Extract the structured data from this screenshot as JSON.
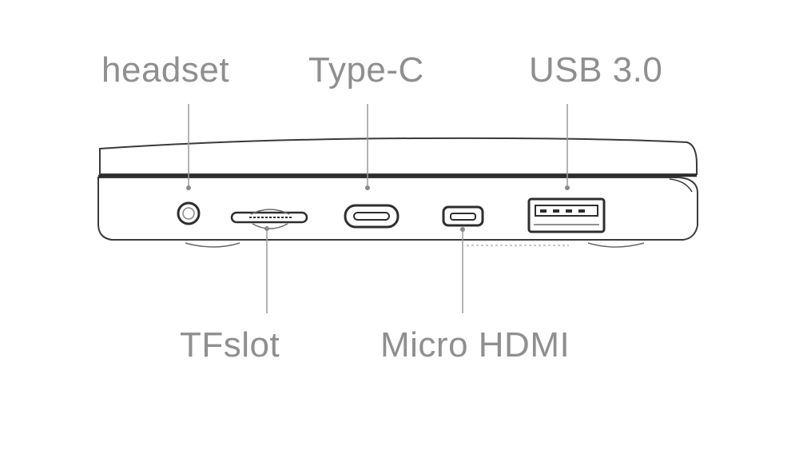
{
  "diagram": {
    "labels": {
      "headset": "headset",
      "type_c": "Type-C",
      "usb": "USB 3.0",
      "tf_slot": "TFslot",
      "micro_hdmi": "Micro HDMI"
    },
    "colors": {
      "outline": "#3a3a3a",
      "body_fill": "#ffffff",
      "leader": "#9a9a9a",
      "text": "#8f8f8f"
    }
  }
}
